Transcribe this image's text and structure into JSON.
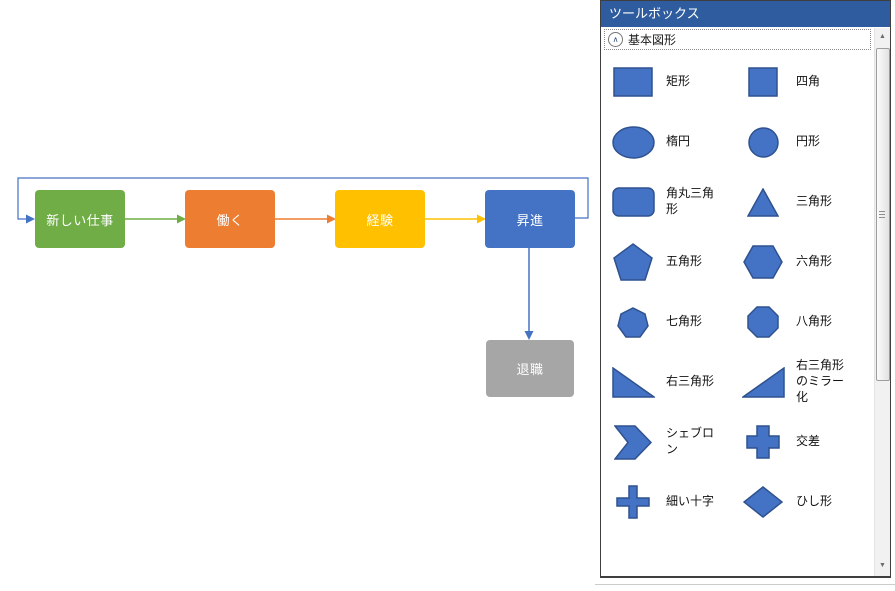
{
  "flowchart": {
    "nodes": [
      {
        "label": "新しい仕事",
        "color": "#70AD47"
      },
      {
        "label": "働く",
        "color": "#ED7D31"
      },
      {
        "label": "経験",
        "color": "#FFC000"
      },
      {
        "label": "昇進",
        "color": "#4472C4"
      },
      {
        "label": "退職",
        "color": "#A6A6A6"
      }
    ],
    "connectors": [
      {
        "from": "新しい仕事",
        "to": "働く",
        "color": "#70AD47"
      },
      {
        "from": "働く",
        "to": "経験",
        "color": "#ED7D31"
      },
      {
        "from": "経験",
        "to": "昇進",
        "color": "#FFC000"
      },
      {
        "from": "昇進",
        "to": "退職",
        "color": "#4472C4"
      },
      {
        "from": "昇進",
        "to": "新しい仕事",
        "color": "#4472C4"
      }
    ]
  },
  "toolbox": {
    "title": "ツールボックス",
    "section_label": "基本図形",
    "shape_fill": "#4472C4",
    "shape_stroke": "#2F528F",
    "icons": {
      "collapse": "∧",
      "scroll_up": "▲",
      "scroll_down": "▼"
    },
    "shapes": [
      {
        "name": "rectangle",
        "label": "矩形"
      },
      {
        "name": "square",
        "label": "四角"
      },
      {
        "name": "ellipse",
        "label": "楕円"
      },
      {
        "name": "circle",
        "label": "円形"
      },
      {
        "name": "rounded-rectangle",
        "label": "角丸三角形"
      },
      {
        "name": "triangle",
        "label": "三角形"
      },
      {
        "name": "pentagon",
        "label": "五角形"
      },
      {
        "name": "hexagon",
        "label": "六角形"
      },
      {
        "name": "heptagon",
        "label": "七角形"
      },
      {
        "name": "octagon",
        "label": "八角形"
      },
      {
        "name": "right-triangle",
        "label": "右三角形"
      },
      {
        "name": "right-triangle-mirrored",
        "label": "右三角形のミラー化"
      },
      {
        "name": "chevron",
        "label": "シェブロン"
      },
      {
        "name": "cross",
        "label": "交差"
      },
      {
        "name": "thin-cross",
        "label": "細い十字"
      },
      {
        "name": "diamond",
        "label": "ひし形"
      }
    ]
  }
}
